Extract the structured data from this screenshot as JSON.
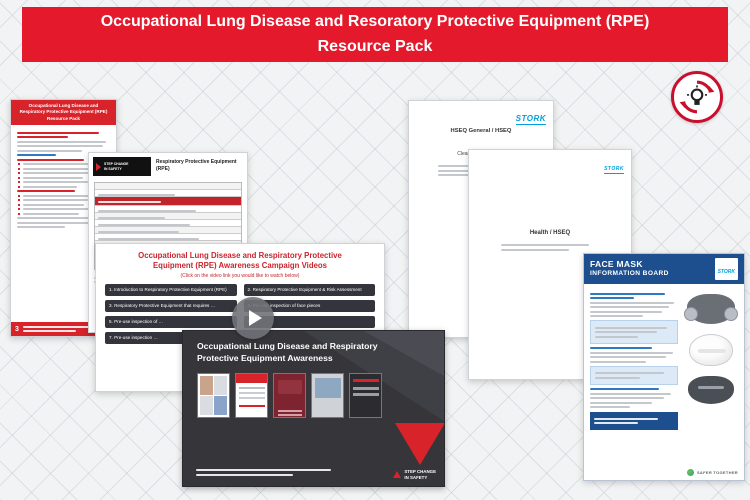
{
  "banner": {
    "line1": "Occupational Lung Disease and Resoratory Protective Equipment (RPE)",
    "line2": "Resource Pack"
  },
  "resource_pack": {
    "title": "Occupational Lung Disease and Respiratory Protective Equipment (RPE) Resource Pack",
    "page_number": "3"
  },
  "rpe_form": {
    "brand_line1": "STEP CHANGE",
    "brand_line2": "IN SAFETY",
    "title": "Respiratory Protective Equipment (RPE)"
  },
  "videos": {
    "title": "Occupational Lung Disease and Respiratory Protective Equipment (RPE) Awareness Campaign Videos",
    "subtitle": "(Click on the video link you would like to watch below)",
    "items": [
      {
        "label": "1. Introduction to Respiratory Protective Equipment (RPE)"
      },
      {
        "label": "2. Respiratory Protective Equipment & Risk Assessment"
      },
      {
        "label": "3. Respiratory Protective Equipment that requires …"
      },
      {
        "label": "4. Pre-use inspection of face pieces"
      },
      {
        "label": "5. Pre-use inspection of …"
      },
      {
        "label": "6. …"
      },
      {
        "label": "7. Pre-use inspection …"
      }
    ]
  },
  "hseq_general": {
    "brand": "STORK",
    "title": "HSEQ General / HSEQ",
    "line": "Clean Shaven Mon…"
  },
  "health_hseq": {
    "brand": "STORK",
    "title": "Health / HSEQ"
  },
  "face_board": {
    "title_line1": "FACE MASK",
    "title_line2": "INFORMATION BOARD",
    "brand": "STORK",
    "footer_brand": "SAFER TOGETHER"
  },
  "slide": {
    "title": "Occupational Lung Disease and Respiratory Protective Equipment Awareness",
    "brand_line1": "STEP CHANGE",
    "brand_line2": "IN SAFETY"
  },
  "colors": {
    "banner_red": "#e4192c",
    "doc_red": "#d8232a",
    "stork_blue": "#00a0dd",
    "board_blue": "#1d4f8e",
    "slide_bg": "#35353a"
  }
}
